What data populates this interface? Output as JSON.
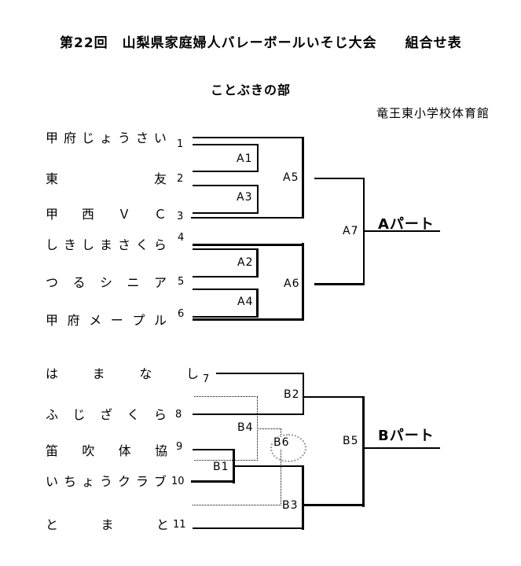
{
  "title": "第22回　山梨県家庭婦人バレーボールいそじ大会　　組合せ表",
  "division": "ことぶきの部",
  "venue": "竜王東小学校体育館",
  "blocks": {
    "a": {
      "part_label": "Aパート",
      "matches": [
        "A1",
        "A2",
        "A3",
        "A4",
        "A5",
        "A6",
        "A7"
      ]
    },
    "b": {
      "part_label": "Bパート",
      "matches": [
        "B1",
        "B2",
        "B3",
        "B4",
        "B5",
        "B6"
      ]
    }
  },
  "teams": [
    {
      "seed": "1",
      "name": "甲府じょうさい"
    },
    {
      "seed": "2",
      "name": "東友"
    },
    {
      "seed": "3",
      "name": "甲西ＶＣ"
    },
    {
      "seed": "4",
      "name": "しきしまさくら"
    },
    {
      "seed": "5",
      "name": "つるシニア"
    },
    {
      "seed": "6",
      "name": "甲府メープル"
    },
    {
      "seed": "7",
      "name": "はまなし"
    },
    {
      "seed": "8",
      "name": "ふじざくら"
    },
    {
      "seed": "9",
      "name": "笛吹体協"
    },
    {
      "seed": "10",
      "name": "いちょうクラブ"
    },
    {
      "seed": "11",
      "name": "とまと"
    }
  ],
  "colors": {
    "line": "#000000",
    "highlight_ellipse": "#9a9a9a"
  }
}
